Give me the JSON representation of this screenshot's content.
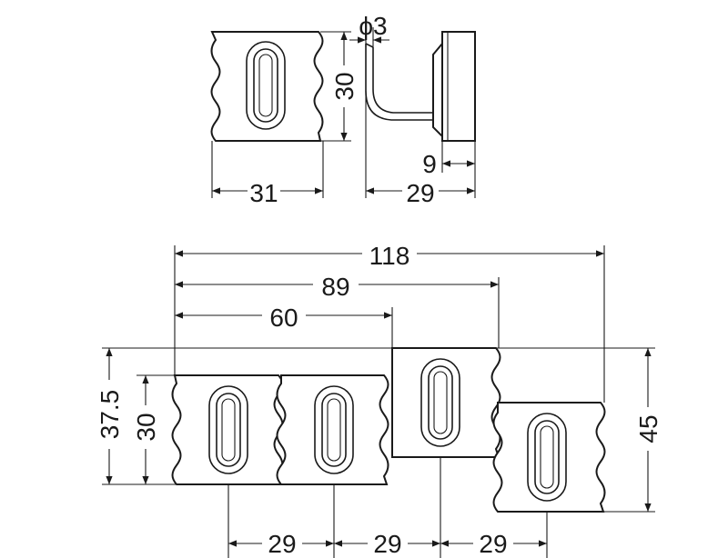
{
  "top_left_view": {
    "width_label": "31",
    "height_label": "30"
  },
  "side_view": {
    "diameter_label": "ϕ3",
    "depth_label": "29",
    "plate_label": "9"
  },
  "bottom_view": {
    "overall_label": "118",
    "span_3_label": "89",
    "span_2_label": "60",
    "left_height_label": "37.5",
    "left_body_label": "30",
    "right_height_label": "45",
    "pitch_labels": [
      "29",
      "29",
      "29"
    ]
  }
}
